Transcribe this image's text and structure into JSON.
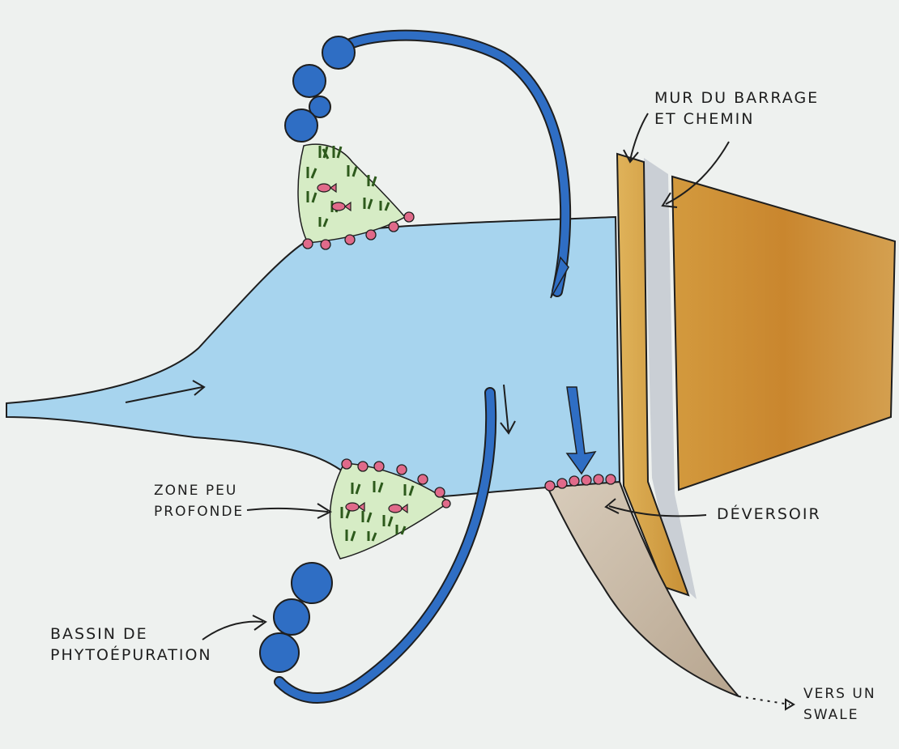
{
  "labels": {
    "dam_wall": [
      "MUR DU BARRAGE",
      "ET CHEMIN"
    ],
    "shallow_zone": [
      "ZONE PEU",
      "PROFONDE"
    ],
    "spillway": "DÉVERSOIR",
    "basin": [
      "BASSIN DE",
      "PHYTOÉPURATION"
    ],
    "outlet": [
      "VERS UN",
      "SWALE"
    ]
  },
  "colors": {
    "paper": "#eef1ef",
    "water": "#9fd0ec",
    "channel": "#2f6ec4",
    "dam_wall": "#d9a640",
    "dam_bank": "#c98a34",
    "path": "#c9cfd6",
    "vegetation": "#6cae3a",
    "pink_dots": "#e06a8a",
    "spillway_channel": "#c8b9a4"
  },
  "icons": [
    "arrow-icon",
    "fish-icon",
    "reed-icon"
  ]
}
